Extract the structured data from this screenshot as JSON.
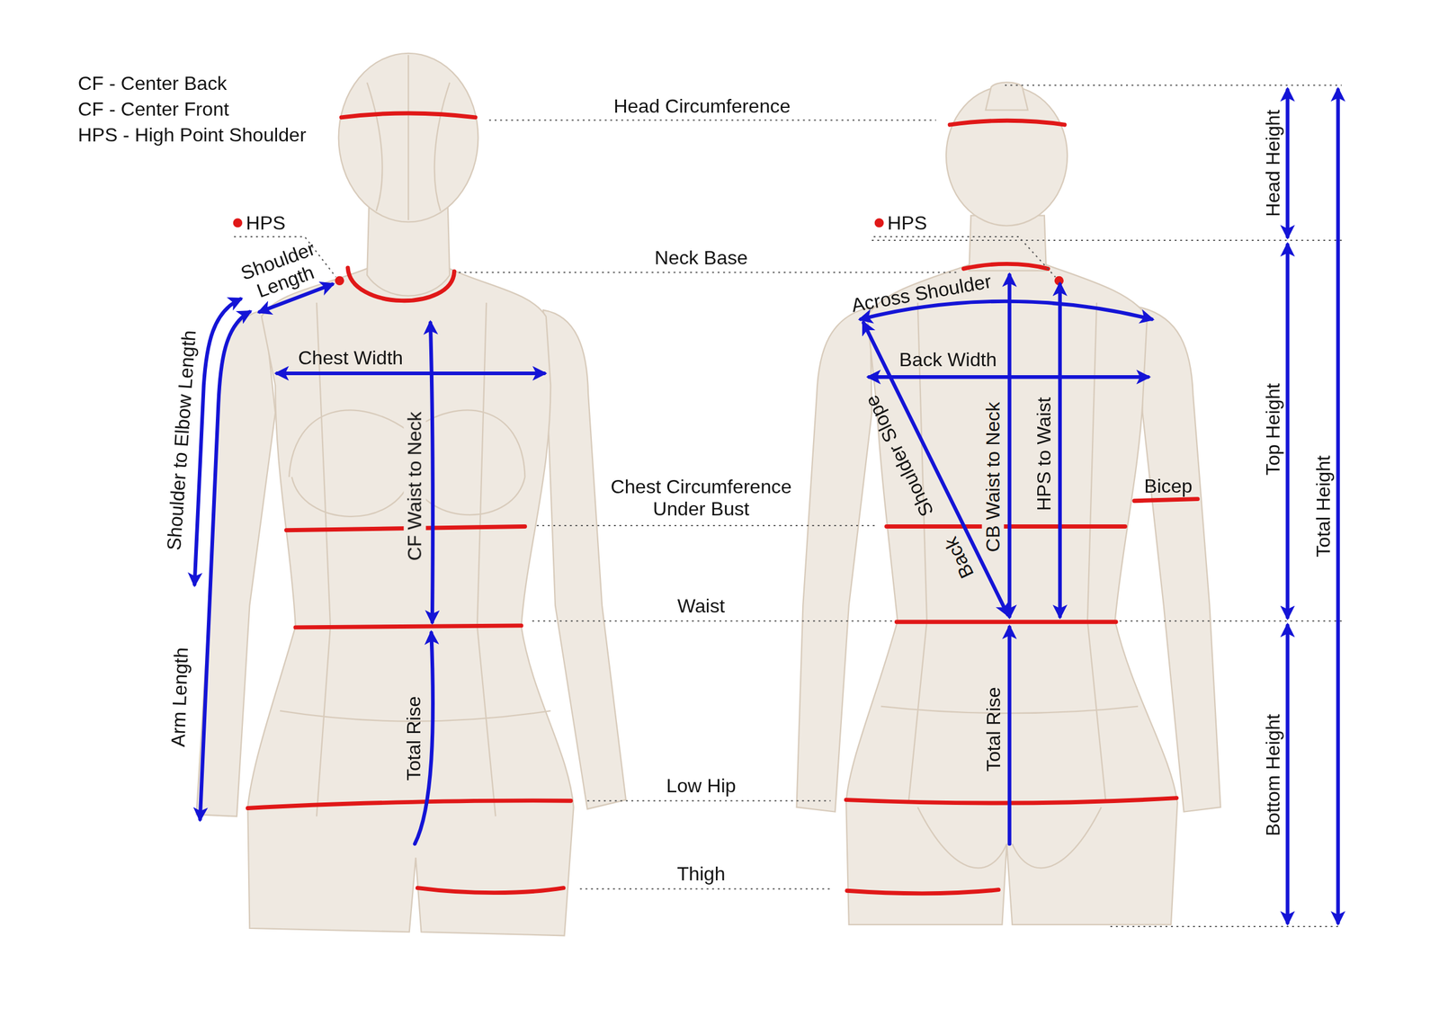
{
  "diagram": {
    "labels": [
      "CF - Center Back",
      "CF - Center Front",
      "HPS - High Point Shoulder",
      "Head Circumference",
      "HPS",
      "HPS",
      "Shoulder Length",
      "Neck Base",
      "Across Shoulder",
      "Shoulder to Elbow Length",
      "Chest Width",
      "Back Width",
      "CF Waist to Neck",
      "Shoulder Slope",
      "Back",
      "CB Waist to Neck",
      "HPS to Waist",
      "Bicep",
      "Chest Circumference Under Bust",
      "Waist",
      "Arm Length",
      "Total Rise",
      "Total Rise",
      "Low Hip",
      "Thigh",
      "Head Height",
      "Top Height",
      "Total Height",
      "Bottom Height"
    ]
  }
}
